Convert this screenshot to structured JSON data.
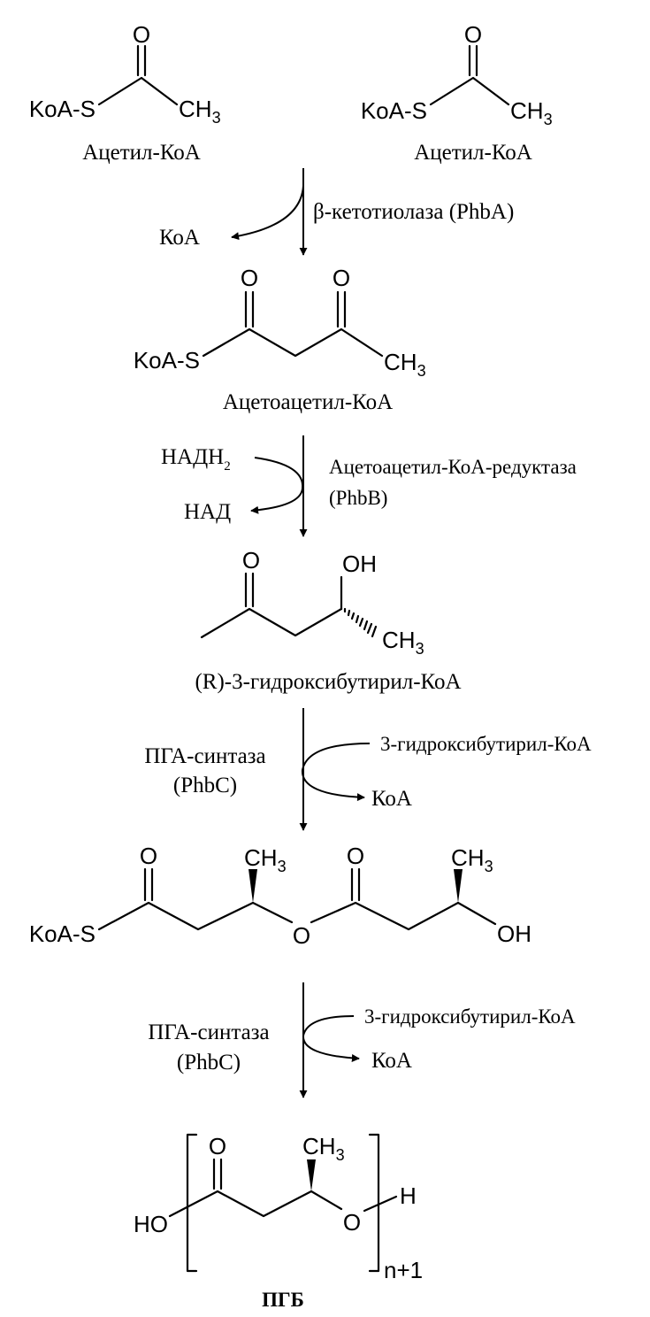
{
  "labels": {
    "koa_s": "KoA-S",
    "ch3": "CH",
    "sub3": "3",
    "o": "O",
    "oh": "OH",
    "ho": "HO",
    "h": "H",
    "n_plus_1": "n+1",
    "acetyl_coa": "Ацетил-КоА",
    "koa": "КоА",
    "beta_ketothiolase": "β-кетотиолаза (PhbA)",
    "acetoacetyl_coa": "Ацетоацетил-КоА",
    "nadh": "НАДН",
    "sub2": "2",
    "nad": "НАД",
    "reductase": "Ацетоацетил-КоА-редуктаза",
    "phbb": "(PhbB)",
    "r3hb_coa": "(R)-3-гидроксибутирил-КоА",
    "pha_synthase": "ПГА-синтаза",
    "phbc": "(PhbC)",
    "hb_coa": "3-гидроксибутирил-КоА",
    "phb": "ПГБ"
  }
}
